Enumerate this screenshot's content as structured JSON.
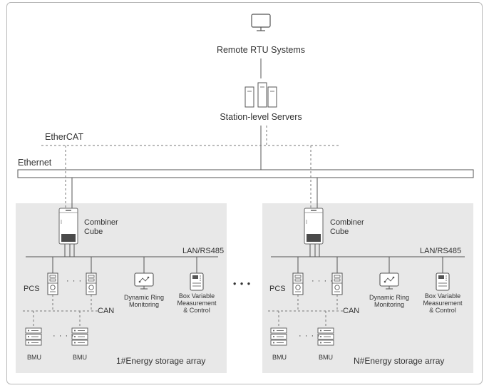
{
  "top": {
    "remote_label": "Remote RTU Systems",
    "servers_label": "Station-level Servers"
  },
  "network": {
    "ethercat_label": "EtherCAT",
    "ethernet_label": "Ethernet"
  },
  "ellipsis": "• • •",
  "arrays": [
    {
      "title": "1#Energy storage array",
      "combiner_label": "Combiner\nCube",
      "bus_label": "LAN/RS485",
      "pcs_label": "PCS",
      "can_label": "CAN",
      "dots": "· · · ·",
      "dynamic_label": "Dynamic Ring\nMonitoring",
      "box_label": "Box Variable\nMeasurement\n& Control",
      "bmu_label": "BMU"
    },
    {
      "title": "N#Energy storage array",
      "combiner_label": "Combiner\nCube",
      "bus_label": "LAN/RS485",
      "pcs_label": "PCS",
      "can_label": "CAN",
      "dots": "· · · ·",
      "dynamic_label": "Dynamic Ring\nMonitoring",
      "box_label": "Box Variable\nMeasurement\n& Control",
      "bmu_label": "BMU"
    }
  ],
  "colors": {
    "array_bg": "#e8e8e8",
    "line": "#555555",
    "dashed": "#777777",
    "combiner_accent": "#4a4a4a"
  },
  "icons": [
    "monitor-icon",
    "servers-icon",
    "combiner-cabinet-icon",
    "pcs-icon",
    "dynamic-ring-icon",
    "box-variable-icon",
    "bmu-icon"
  ]
}
